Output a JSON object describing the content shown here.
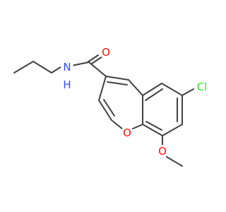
{
  "colors": {
    "bond": "#404040",
    "oxygen": "#ff0d0d",
    "nitrogen": "#3050f8",
    "chlorine": "#1ff01f",
    "background": "#ffffff"
  },
  "atoms": {
    "carbonyl_oxygen": "O",
    "amide_nitrogen": "N",
    "amide_hydrogen": "H",
    "ring_oxygen": "O",
    "chlorine": "Cl",
    "methoxy_oxygen": "O"
  }
}
